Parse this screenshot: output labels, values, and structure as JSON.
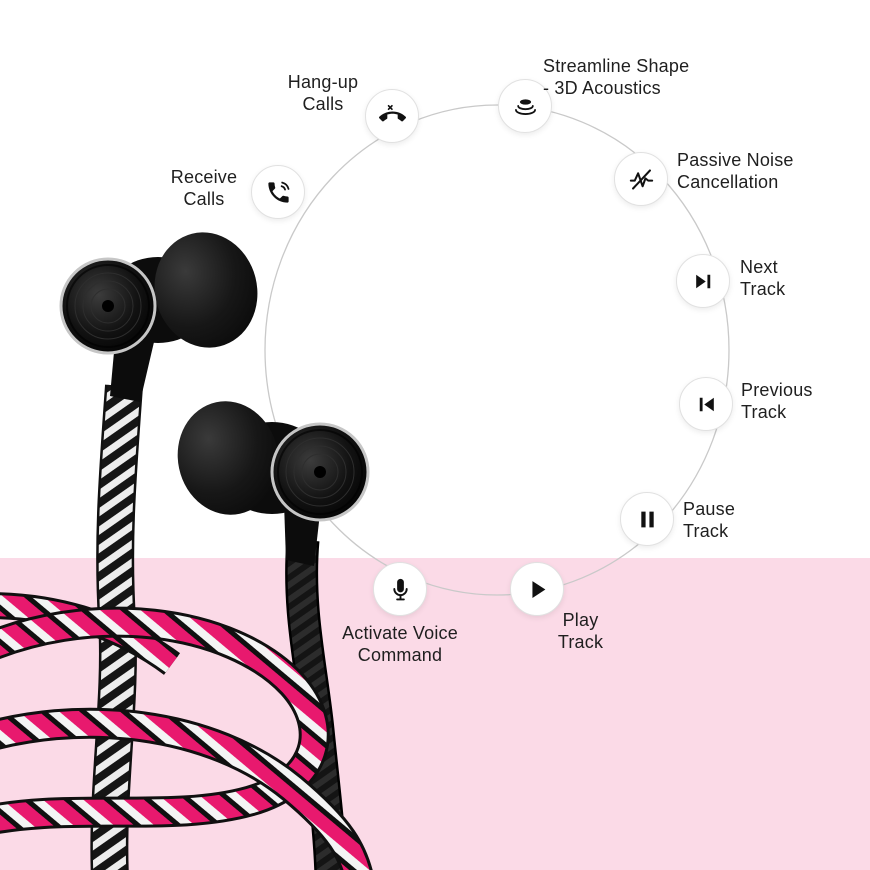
{
  "title": "Earphone features infographic",
  "colors": {
    "band": "#fbdae7",
    "cable_pink": "#e8196e",
    "text": "#1f1f1f",
    "ring": "#c9c9c9"
  },
  "features": [
    {
      "name": "Receive Calls",
      "icon": "receive-calls-icon",
      "lines": [
        "Receive",
        "Calls"
      ]
    },
    {
      "name": "Hang-up Calls",
      "icon": "hangup-calls-icon",
      "lines": [
        "Hang-up",
        "Calls"
      ]
    },
    {
      "name": "Streamline Shape - 3D Acoustics",
      "icon": "acoustics-icon",
      "lines": [
        "Streamline Shape",
        "- 3D Acoustics"
      ]
    },
    {
      "name": "Passive Noise Cancellation",
      "icon": "noise-cancel-icon",
      "lines": [
        "Passive Noise",
        "Cancellation"
      ]
    },
    {
      "name": "Next Track",
      "icon": "next-track-icon",
      "lines": [
        "Next",
        "Track"
      ]
    },
    {
      "name": "Previous Track",
      "icon": "previous-track-icon",
      "lines": [
        "Previous",
        "Track"
      ]
    },
    {
      "name": "Pause Track",
      "icon": "pause-icon",
      "lines": [
        "Pause",
        "Track"
      ]
    },
    {
      "name": "Play Track",
      "icon": "play-icon",
      "lines": [
        "Play",
        "Track"
      ]
    },
    {
      "name": "Activate Voice Command",
      "icon": "microphone-icon",
      "lines": [
        "Activate Voice",
        "Command"
      ]
    }
  ]
}
